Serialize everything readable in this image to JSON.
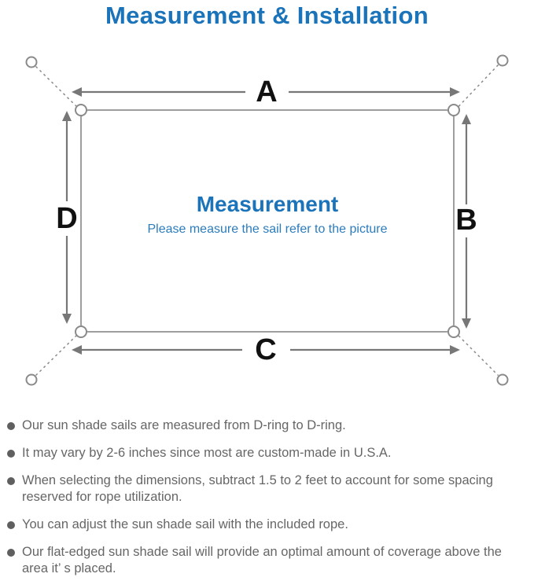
{
  "page": {
    "title": "Measurement & Installation"
  },
  "diagram": {
    "dimension_labels": {
      "top": "A",
      "right": "B",
      "bottom": "C",
      "left": "D"
    },
    "center": {
      "heading": "Measurement",
      "subheading": "Please measure the sail refer to the picture"
    }
  },
  "notes": {
    "items": [
      "Our sun shade sails are measured from D-ring to D-ring.",
      "It may vary by 2-6 inches since most are custom-made in U.S.A.",
      "When selecting the dimensions, subtract 1.5 to 2 feet to account for some spacing reserved for rope utilization.",
      "You can adjust the sun shade sail with the included rope.",
      "Our flat-edged sun shade sail will provide an optimal amount of coverage above the area it’ s placed."
    ]
  },
  "colors": {
    "accent_blue": "#1b73b9",
    "subtext_blue": "#2b7cbd",
    "diagram_gray": "#777777",
    "outline_gray": "#9a9a9a",
    "note_text_gray": "#666666",
    "label_black": "#111111"
  }
}
